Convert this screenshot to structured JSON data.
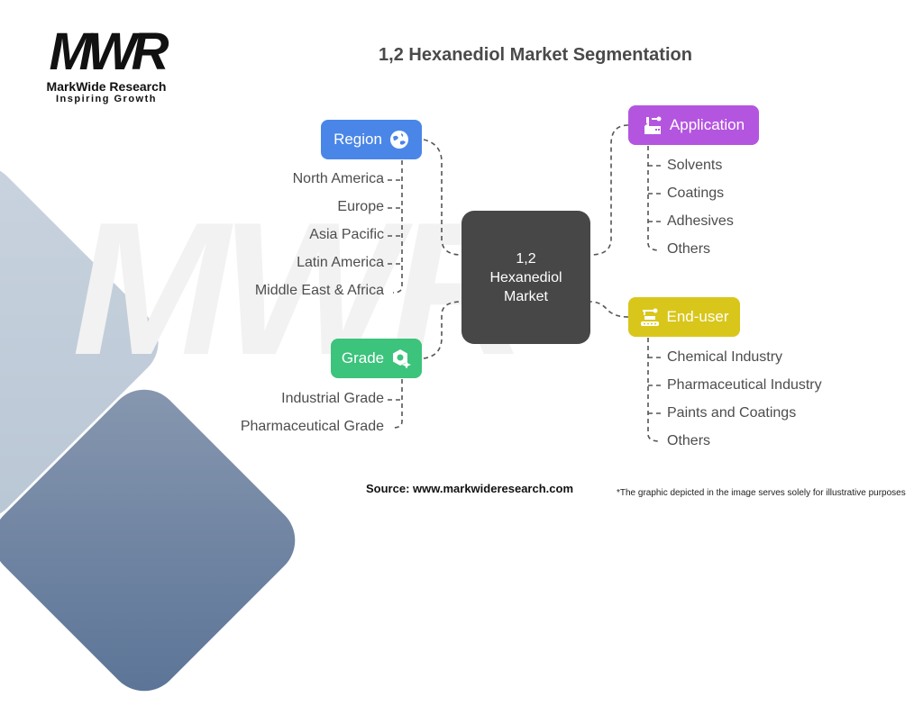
{
  "logo": {
    "mark": "MWR",
    "name": "MarkWide Research",
    "tagline": "Inspiring Growth"
  },
  "title": "1,2 Hexanediol Market Segmentation",
  "center": {
    "line1": "1,2",
    "line2": "Hexanediol",
    "line3": "Market",
    "color": "#474747"
  },
  "segments": {
    "region": {
      "label": "Region",
      "color": "#4a86e8",
      "icon": "globe-icon",
      "items": [
        "North America",
        "Europe",
        "Asia Pacific",
        "Latin America",
        "Middle East & Africa"
      ]
    },
    "grade": {
      "label": "Grade",
      "color": "#3cc37c",
      "icon": "hexagon-sparkle-icon",
      "items": [
        "Industrial Grade",
        "Pharmaceutical Grade"
      ]
    },
    "application": {
      "label": "Application",
      "color": "#b455e0",
      "icon": "factory-robot-icon",
      "items": [
        "Solvents",
        "Coatings",
        "Adhesives",
        "Others"
      ]
    },
    "enduser": {
      "label": "End-user",
      "color": "#d9c61a",
      "icon": "conveyor-robot-icon",
      "items": [
        "Chemical Industry",
        "Pharmaceutical Industry",
        "Paints and Coatings",
        "Others"
      ]
    }
  },
  "footer": {
    "source": "Source: www.markwideresearch.com",
    "note": "*The graphic depicted in the image serves solely for illustrative purposes"
  }
}
